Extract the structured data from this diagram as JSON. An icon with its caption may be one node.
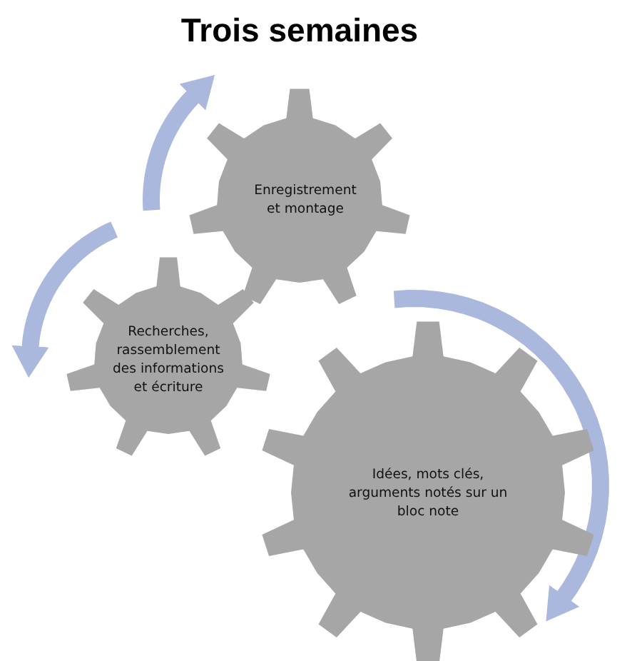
{
  "diagram": {
    "title": "Trois semaines",
    "nodes": [
      {
        "text": [
          "Enregistrement et montage"
        ]
      },
      {
        "text": [
          "Recherches, rassemblement des informations et écriture"
        ]
      },
      {
        "text": [
          "Idées, mots clés, arguments notés sur un bloc note"
        ]
      }
    ]
  }
}
